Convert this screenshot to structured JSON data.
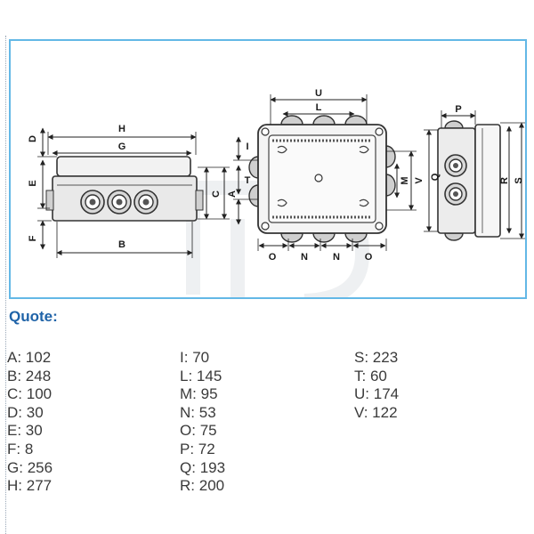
{
  "heading": "Quote:",
  "dimension_labels": {
    "H": "H",
    "G": "G",
    "D": "D",
    "E": "E",
    "F": "F",
    "B": "B",
    "C": "C",
    "A": "A",
    "U": "U",
    "L": "L",
    "I": "I",
    "T": "T",
    "O": "O",
    "N": "N",
    "M": "M",
    "V": "V",
    "Q": "Q",
    "P": "P",
    "R": "R",
    "S": "S"
  },
  "columns": [
    [
      {
        "key": "A",
        "value": "102"
      },
      {
        "key": "B",
        "value": "248"
      },
      {
        "key": "C",
        "value": "100"
      },
      {
        "key": "D",
        "value": "30"
      },
      {
        "key": "E",
        "value": "30"
      },
      {
        "key": "F",
        "value": "8"
      },
      {
        "key": "G",
        "value": "256"
      },
      {
        "key": "H",
        "value": "277"
      }
    ],
    [
      {
        "key": "I",
        "value": "70"
      },
      {
        "key": "L",
        "value": "145"
      },
      {
        "key": "M",
        "value": "95"
      },
      {
        "key": "N",
        "value": "53"
      },
      {
        "key": "O",
        "value": "75"
      },
      {
        "key": "P",
        "value": "72"
      },
      {
        "key": "Q",
        "value": "193"
      },
      {
        "key": "R",
        "value": "200"
      }
    ],
    [
      {
        "key": "S",
        "value": "223"
      },
      {
        "key": "T",
        "value": "60"
      },
      {
        "key": "U",
        "value": "174"
      },
      {
        "key": "V",
        "value": "122"
      }
    ]
  ]
}
